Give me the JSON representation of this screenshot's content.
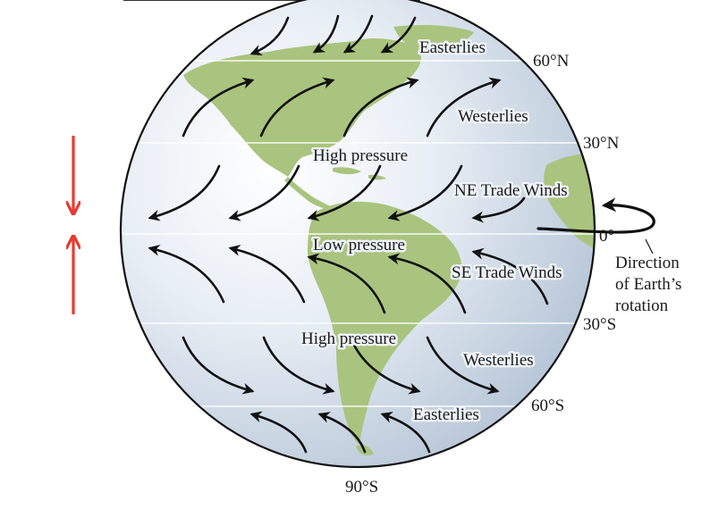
{
  "diagram": {
    "pressure_labels": {
      "north_high": "High pressure",
      "equator_low": "Low pressure",
      "south_high": "High pressure"
    },
    "wind_labels": {
      "north_easterlies": "Easterlies",
      "north_westerlies": "Westerlies",
      "ne_trade": "NE Trade Winds",
      "se_trade": "SE Trade Winds",
      "south_westerlies": "Westerlies",
      "south_easterlies": "Easterlies"
    },
    "latitudes": {
      "n60": "60°N",
      "n30": "30°N",
      "equator": "0°",
      "s30": "30°S",
      "s60": "60°S",
      "s90": "90°S"
    },
    "rotation_label": {
      "line1": "Direction",
      "line2": "of Earth’s",
      "line3": "rotation"
    },
    "colors": {
      "ocean": "#dde6f0",
      "land": "#a9c47e",
      "arrows": "#111111",
      "marker": "#e83a2e"
    }
  }
}
